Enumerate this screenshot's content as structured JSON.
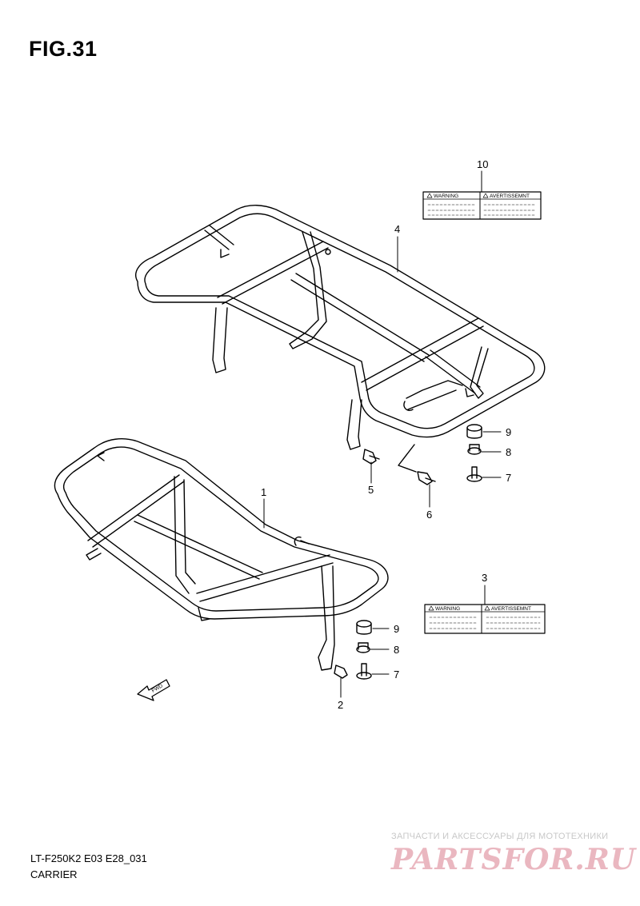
{
  "figure": {
    "title": "FIG.31"
  },
  "callouts": [
    "1",
    "2",
    "3",
    "4",
    "5",
    "6",
    "7",
    "7",
    "8",
    "8",
    "9",
    "9",
    "10"
  ],
  "warning_labels": {
    "warning_text": "WARNING",
    "avertissement_text": "AVERTISSEMNT"
  },
  "fwd_arrow": {
    "text": "FWD"
  },
  "footer": {
    "code": "LT-F250K2 E03 E28_031",
    "name": "CARRIER"
  },
  "watermark": {
    "text": "ЗАПЧАСТИ И АКСЕССУАРЫ ДЛЯ МОТОТЕХНИКИ",
    "logo": "PARTSFOR.RU"
  }
}
